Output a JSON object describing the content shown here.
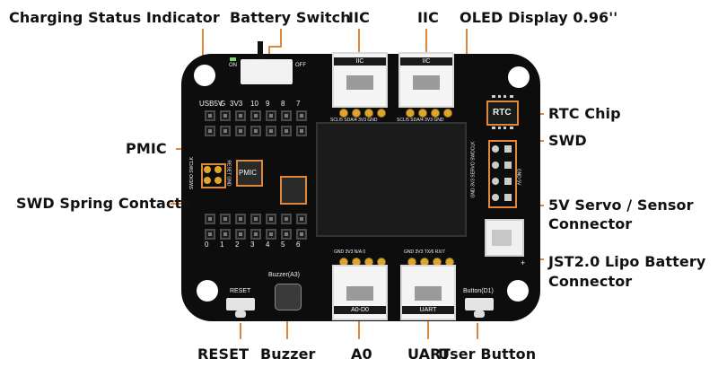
{
  "labels": {
    "charging": "Charging Status Indicator",
    "battery_switch": "Battery Switch",
    "iic_left": "IIC",
    "iic_right": "IIC",
    "oled": "OLED Display 0.96''",
    "rtc_chip": "RTC Chip",
    "swd": "SWD",
    "pmic": "PMIC",
    "swd_spring": "SWD Spring Contacts",
    "servo_line1": "5V Servo / Sensor",
    "servo_line2": "Connector",
    "jst_line1": "JST2.0 Lipo Battery",
    "jst_line2": "Connector",
    "reset": "RESET",
    "buzzer": "Buzzer",
    "a0": "A0",
    "uart": "UART",
    "user_button": "User Button"
  },
  "silkscreen": {
    "on": "ON",
    "off": "OFF",
    "top_header": [
      "USB5V",
      "G",
      "3V3",
      "10",
      "9",
      "8",
      "7"
    ],
    "bottom_header": [
      "0",
      "1",
      "2",
      "3",
      "4",
      "5",
      "6"
    ],
    "iic_tab": "IIC",
    "iic_pins": "SCL/5 SDA/4 3V3 GND",
    "a0_pins": "GND 3V3 N/A 0",
    "a0_tab": "A0-D0",
    "uart_pins": "GND 3V3 TX/6 RX/7",
    "uart_tab": "UART",
    "rtc": "RTC",
    "pmic": "PMIC",
    "reset": "RESET",
    "buzzer": "Buzzer(A3)",
    "user_button": "Button(D1)",
    "swd_pins_left": "SWDIO SWCLK",
    "swd_pins_right": "RESET GND",
    "servo_left": "GND 3V3 SERVO SWDCLK",
    "servo_right": "GND 5V",
    "plus": "+"
  },
  "colors": {
    "board": "#0d0d0d",
    "accent": "#e1873b",
    "callout_text": "#111111",
    "gold_pin": "#e0a62a"
  }
}
